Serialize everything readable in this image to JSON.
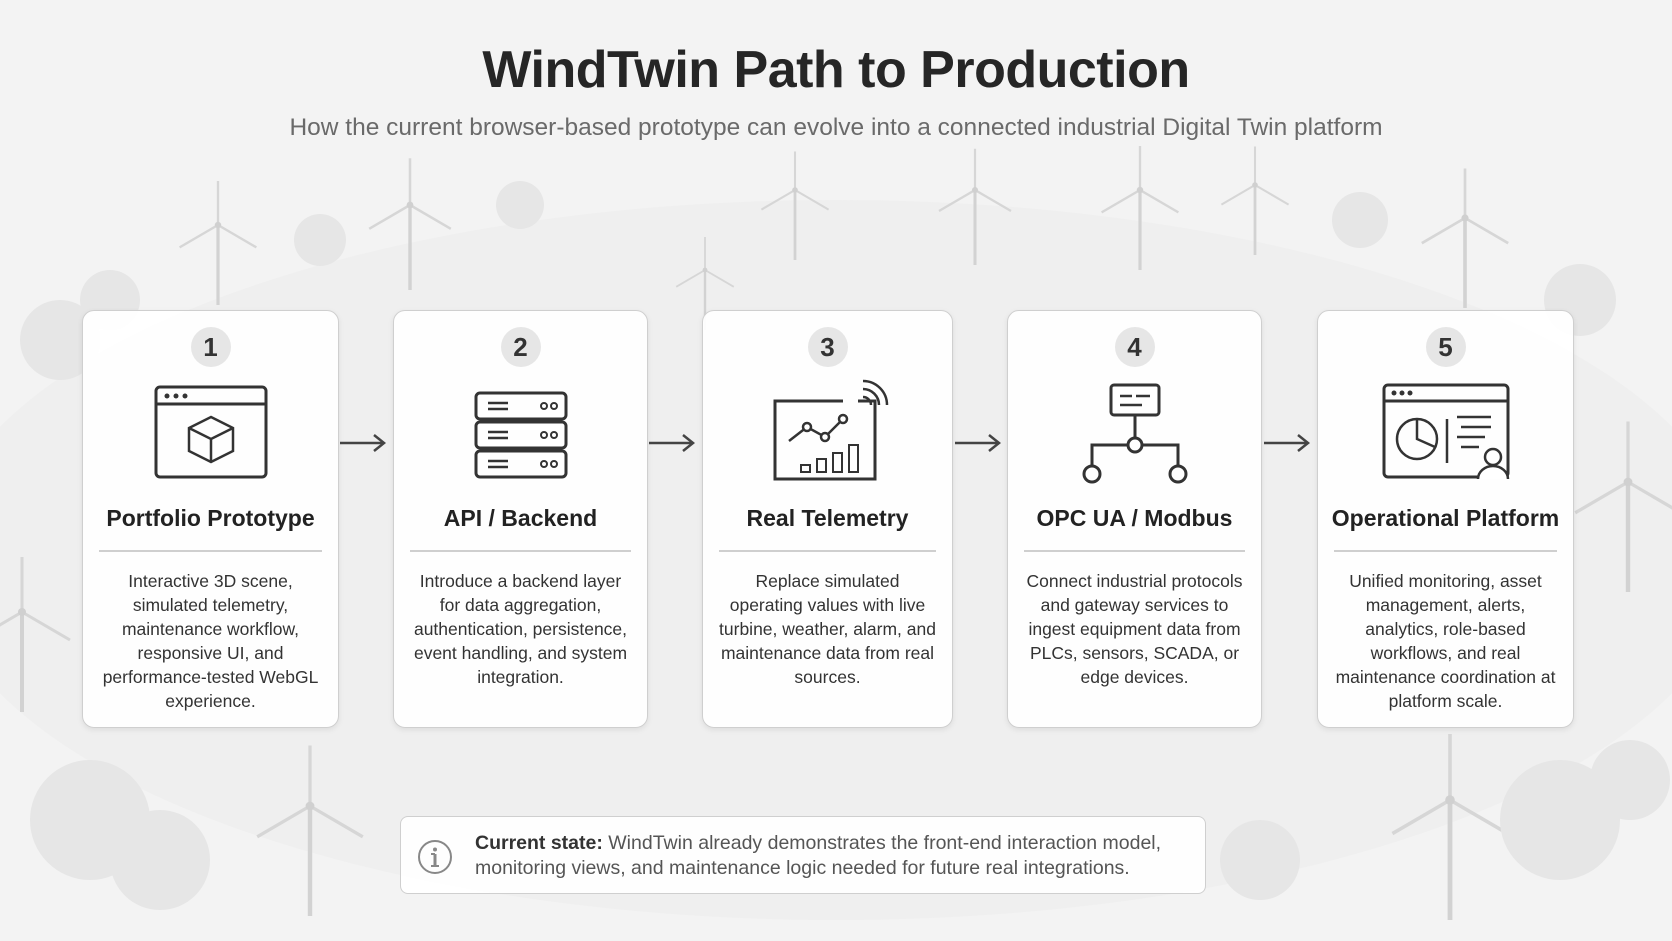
{
  "header": {
    "title": "WindTwin Path to Production",
    "subtitle": "How the current browser-based prototype can evolve into a connected industrial Digital Twin platform"
  },
  "steps": [
    {
      "number": "1",
      "title": "Portfolio Prototype",
      "icon": "browser-3d-cube-icon",
      "description": "Interactive 3D scene, simulated telemetry, maintenance workflow, responsive UI, and performance-tested WebGL experience."
    },
    {
      "number": "2",
      "title": "API / Backend",
      "icon": "server-stack-icon",
      "description": "Introduce a backend layer for data aggregation, authentication, persistence, event handling, and system integration."
    },
    {
      "number": "3",
      "title": "Real Telemetry",
      "icon": "telemetry-chart-signal-icon",
      "description": "Replace simulated operating values with live turbine, weather, alarm, and maintenance data from real sources."
    },
    {
      "number": "4",
      "title": "OPC UA / Modbus",
      "icon": "network-topology-icon",
      "description": "Connect industrial protocols and gateway services to ingest equipment data from PLCs, sensors, SCADA, or edge devices."
    },
    {
      "number": "5",
      "title": "Operational Platform",
      "icon": "dashboard-user-icon",
      "description": "Unified monitoring, asset management, alerts, analytics, role-based workflows, and real maintenance coordination at platform scale."
    }
  ],
  "note": {
    "icon": "info-icon",
    "label": "Current state:",
    "text": "WindTwin already demonstrates the front-end interaction model, monitoring views, and maintenance logic needed for future real integrations."
  }
}
